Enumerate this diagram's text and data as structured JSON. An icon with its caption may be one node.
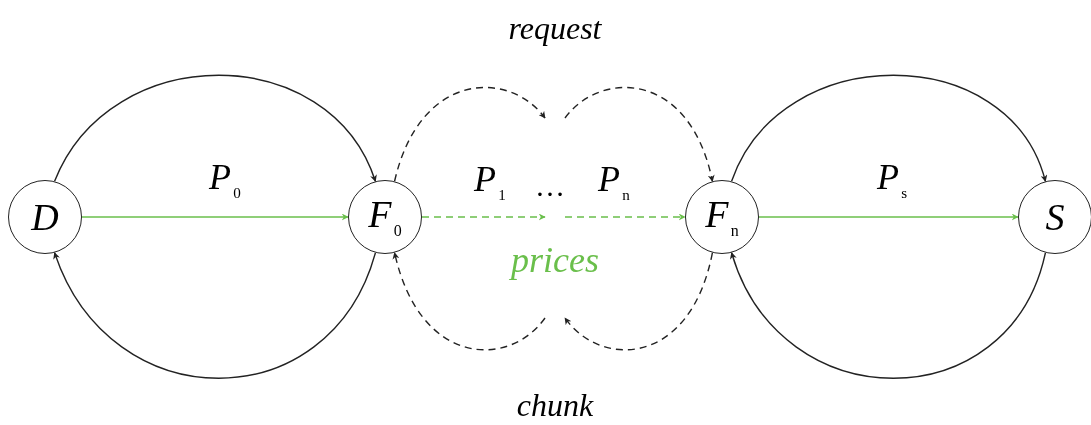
{
  "diagram": {
    "nodes": [
      {
        "text": [
          "D"
        ]
      },
      {
        "text": [
          "F$_{0}$"
        ]
      },
      {
        "text": [
          "F$_{n}$"
        ]
      },
      {
        "text": [
          "S"
        ]
      }
    ],
    "edges": [
      {
        "from": 0,
        "to": 1,
        "arrow": "to",
        "label": "P$_{0}$",
        "color": "#6abf4b"
      },
      {
        "from": 1,
        "to": null,
        "arrow": "to",
        "label": "P$_{1}$",
        "style": "dashed",
        "color": "#6abf4b"
      },
      {
        "from": null,
        "to": 2,
        "arrow": "to",
        "label": "P$_{n}$",
        "style": "dashed",
        "color": "#6abf4b"
      },
      {
        "from": 2,
        "to": 3,
        "arrow": "to",
        "label": "P$_{s}$",
        "color": "#6abf4b"
      },
      {
        "from": 0,
        "to": 1,
        "arrow": "to"
      },
      {
        "from": 1,
        "to": null,
        "arrow": "to",
        "style": "dashed"
      },
      {
        "from": null,
        "to": 2,
        "arrow": "to",
        "style": "dashed"
      },
      {
        "from": 2,
        "to": 3,
        "arrow": "to"
      },
      {
        "from": 1,
        "to": 0,
        "arrow": "to"
      },
      {
        "from": null,
        "to": 1,
        "arrow": "to",
        "style": "dashed"
      },
      {
        "from": 2,
        "to": null,
        "arrow": "to",
        "style": "dashed"
      },
      {
        "from": 3,
        "to": 2,
        "arrow": "to"
      }
    ],
    "labels": [
      "request",
      "…",
      "prices",
      "chunk"
    ]
  }
}
